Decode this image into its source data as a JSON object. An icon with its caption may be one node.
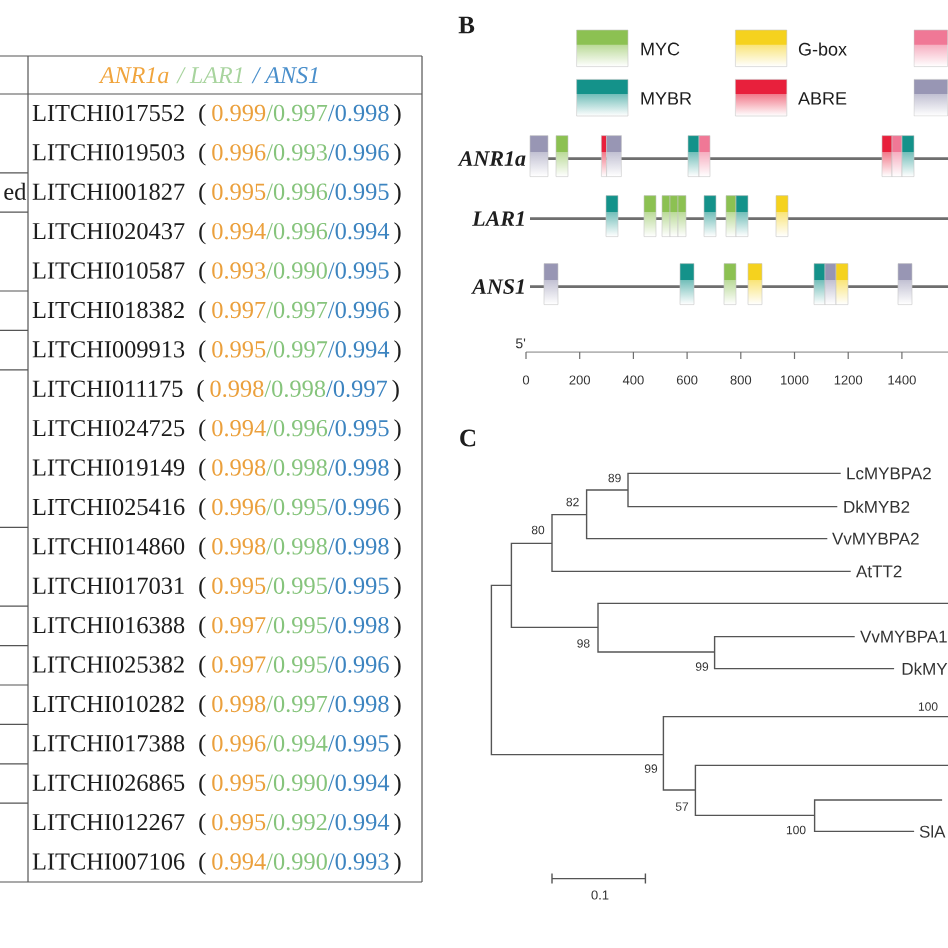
{
  "diagram": {
    "labels": [
      "ANR1a",
      "/ LAR1",
      "/ ANS1",
      "LITCHI017552",
      "(",
      "0.999",
      "/0.997",
      "/0.998",
      ")",
      "LITCHI019503",
      "(",
      "0.996",
      "/0.993",
      "/0.996",
      ")",
      "ed",
      "LITCHI001827",
      "(",
      "0.995",
      "/0.996",
      "/0.995",
      ")",
      "LITCHI020437",
      "(",
      "0.994",
      "/0.996",
      "/0.994",
      ")",
      "LITCHI010587",
      "(",
      "0.993",
      "/0.990",
      "/0.995",
      ")",
      "LITCHI018382",
      "(",
      "0.997",
      "/0.997",
      "/0.996",
      ")",
      "LITCHI009913",
      "(",
      "0.995",
      "/0.997",
      "/0.994",
      ")",
      "LITCHI011175",
      "(",
      "0.998",
      "/0.998",
      "/0.997",
      ")",
      "LITCHI024725",
      "(",
      "0.994",
      "/0.996",
      "/0.995",
      ")",
      "LITCHI019149",
      "(",
      "0.998",
      "/0.998",
      "/0.998",
      ")",
      "LITCHI025416",
      "(",
      "0.996",
      "/0.995",
      "/0.996",
      ")",
      "LITCHI014860",
      "(",
      "0.998",
      "/0.998",
      "/0.998",
      ")",
      "LITCHI017031",
      "(",
      "0.995",
      "/0.995",
      "/0.995",
      ")",
      "LITCHI016388",
      "(",
      "0.997",
      "/0.995",
      "/0.998",
      ")",
      "LITCHI025382",
      "(",
      "0.997",
      "/0.995",
      "/0.996",
      ")",
      "LITCHI010282",
      "(",
      "0.998",
      "/0.997",
      "/0.998",
      ")",
      "LITCHI017388",
      "(",
      "0.996",
      "/0.994",
      "/0.995",
      ")",
      "LITCHI026865",
      "(",
      "0.995",
      "/0.990",
      "/0.994",
      ")",
      "LITCHI012267",
      "(",
      "0.995",
      "/0.992",
      "/0.994",
      ")",
      "LITCHI007106",
      "(",
      "0.994",
      "/0.990",
      "/0.993",
      ")",
      "B",
      "ANR1a",
      "LAR1",
      "ANS1",
      "5'",
      "0",
      "200",
      "400",
      "600",
      "800",
      "1000",
      "1200",
      "1400",
      "C",
      "89",
      "LcMYBPA2",
      "82",
      "DkMYB2",
      "80",
      "VvMYBPA2",
      "AtTT2",
      "98",
      "VvMYBPA1",
      "99",
      "DkMY",
      "100",
      "99",
      "57",
      "100",
      "SlA",
      "0.1"
    ],
    "legend": [
      {
        "text": "MYC",
        "color": "#8cc152"
      },
      {
        "text": "G-box",
        "color": "#f5d21e"
      },
      {
        "text": "MYBR",
        "color": "#14928a"
      },
      {
        "text": "ABRE",
        "color": "#e8203c"
      }
    ]
  }
}
